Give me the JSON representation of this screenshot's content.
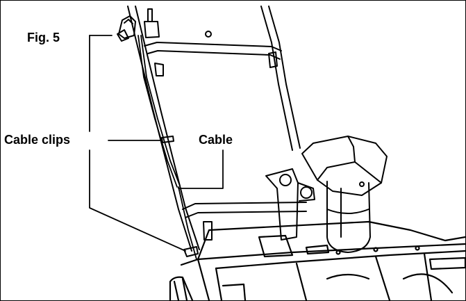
{
  "figure": {
    "fig_label": "Fig. 5",
    "cable_clips_label": "Cable clips",
    "cable_label": "Cable"
  },
  "colors": {
    "line": "#000000",
    "background": "#ffffff"
  }
}
